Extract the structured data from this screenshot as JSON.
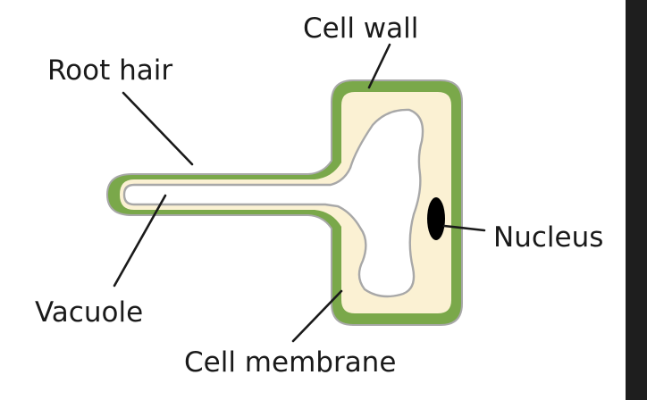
{
  "labels": {
    "cell_wall": "Cell wall",
    "root_hair": "Root hair",
    "nucleus": "Nucleus",
    "vacuole": "Vacuole",
    "cell_membrane": "Cell membrane"
  },
  "colors": {
    "cell_wall": "#7aa84a",
    "cell_wall_outline": "#a8a8a8",
    "cytoplasm": "#fbf1d3",
    "vacuole": "#ffffff",
    "vacuole_outline": "#a8a8a8",
    "nucleus": "#000000",
    "text": "#1a1a1a",
    "dark_edge": "#1e1e1e"
  }
}
